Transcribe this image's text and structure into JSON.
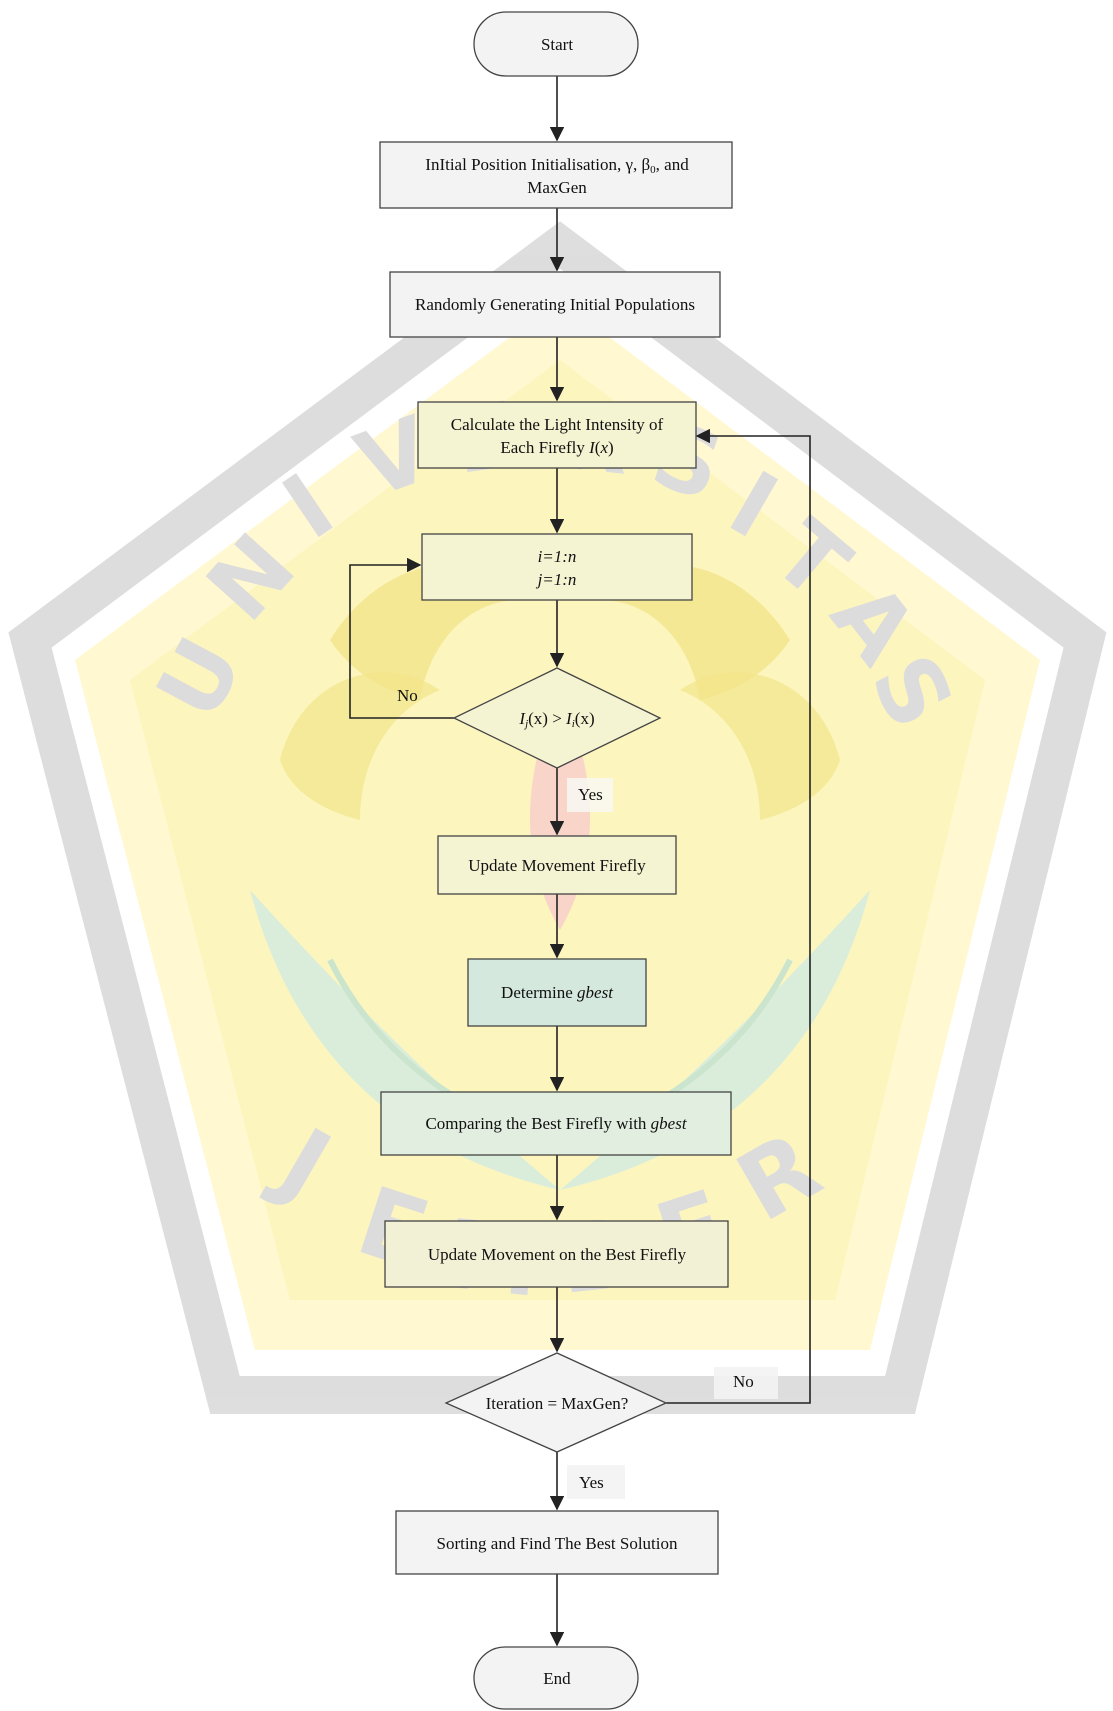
{
  "flowchart": {
    "start": "Start",
    "init": {
      "line1": "InItial Position Initialisation, γ, β",
      "sub": "0",
      "line1_end": ", and",
      "line2": "MaxGen"
    },
    "generate": "Randomly Generating Initial Populations",
    "calc": {
      "line1": "Calculate the Light Intensity of",
      "line2_a": "Each Firefly ",
      "line2_b": "I",
      "line2_c": "(",
      "line2_d": "x",
      "line2_e": ")"
    },
    "loop": {
      "i": "i=1:n",
      "j": "j=1:n"
    },
    "compare_decision": {
      "I1": "I",
      "s1": "j",
      "p1": "(x) > ",
      "I2": "I",
      "s2": "i",
      "p2": "(x)"
    },
    "label_no_inner": "No",
    "label_yes_inner": "Yes",
    "update_movement": "Update Movement Firefly",
    "determine": {
      "a": "Determine ",
      "b": "gbest"
    },
    "compare_best": {
      "a": "Comparing the Best Firefly with ",
      "b": "gbest"
    },
    "update_best": "Update Movement on the Best Firefly",
    "iteration_decision": "Iteration = MaxGen?",
    "label_no_outer": "No",
    "label_yes_outer": "Yes",
    "sorting": "Sorting and Find The Best Solution",
    "end": "End"
  },
  "watermark": {
    "letters": [
      "U",
      "N",
      "I",
      "V",
      "E",
      "R",
      "S",
      "I",
      "T",
      "A",
      "S"
    ],
    "bottom_letters": [
      "J",
      "E",
      "M",
      "B",
      "E",
      "R"
    ]
  },
  "colors": {
    "watermark_yellow": "#fff7c8",
    "watermark_yellow_dark": "#f3e48a",
    "watermark_green": "#d6ecd9",
    "watermark_grey": "#d4d4d4",
    "box_highlight": "#f3f3d0",
    "box_teal": "#cfe6dc"
  }
}
